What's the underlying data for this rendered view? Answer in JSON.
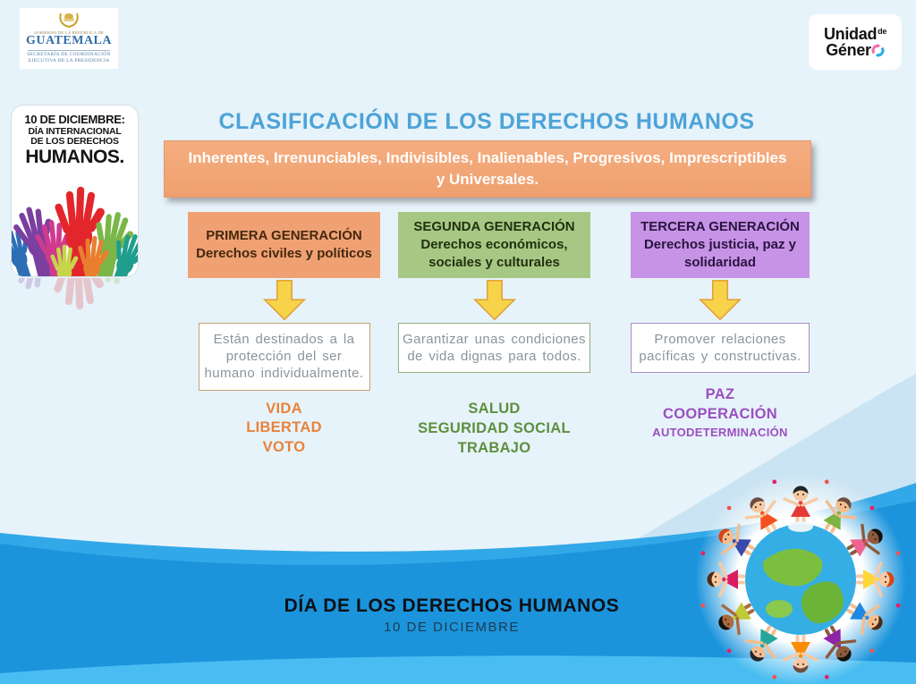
{
  "header": {
    "gov_logo": {
      "line1": "GOBIERNO DE LA REPÚBLICA DE",
      "name": "GUATEMALA",
      "line3": "SECRETARÍA DE COORDINACIÓN",
      "line4": "EJECUTIVA DE LA PRESIDENCIA"
    },
    "unit_logo": {
      "word1": "Unidad",
      "word2": "de",
      "word3": "Géner"
    }
  },
  "poster": {
    "line1": "10 DE DICIEMBRE:",
    "line2": "DÍA INTERNACIONAL",
    "line3": "DE LOS DERECHOS",
    "line4": "HUMANOS."
  },
  "title": "CLASIFICACIÓN DE LOS DERECHOS HUMANOS",
  "banner": "Inherentes, Irrenunciables, Indivisibles, Inalienables, Progresivos, Imprescriptibles y Universales.",
  "generations": [
    {
      "title": "PRIMERA GENERACIÓN",
      "subtitle": "Derechos civiles y políticos",
      "description": "Están destinados a la protección del ser humano individualmente.",
      "items": [
        "VIDA",
        "LIBERTAD",
        "VOTO"
      ]
    },
    {
      "title": "SEGUNDA GENERACIÓN",
      "subtitle": "Derechos económicos, sociales y culturales",
      "description": "Garantizar unas condiciones de vida dignas para todos.",
      "items": [
        "SALUD",
        "SEGURIDAD SOCIAL",
        "TRABAJO"
      ]
    },
    {
      "title": "TERCERA GENERACIÓN",
      "subtitle": "Derechos justicia, paz y solidaridad",
      "description": "Promover relaciones pacíficas y constructivas.",
      "items": [
        "PAZ",
        "COOPERACIÓN",
        "AUTODETERMINACIÓN"
      ]
    }
  ],
  "footer": {
    "title": "DÍA DE LOS DERECHOS HUMANOS",
    "subtitle": "10 DE DICIEMBRE"
  },
  "colors": {
    "title_blue": "#4da3d8",
    "banner_orange": "#efa06e",
    "gen1_orange": "#f0a173",
    "gen2_green": "#a6c884",
    "gen3_purple": "#c693e6",
    "arrow_yellow": "#f7d34a",
    "arrow_border": "#e2a33c",
    "list1_orange": "#e8823c",
    "list2_green": "#5d8f3f",
    "list3_purple": "#9b4fc0",
    "wave_pale": "#cbe4f3",
    "wave_light": "#33a8e8",
    "wave_dark": "#1b94dc",
    "wave_bottom": "#49bdf2"
  }
}
